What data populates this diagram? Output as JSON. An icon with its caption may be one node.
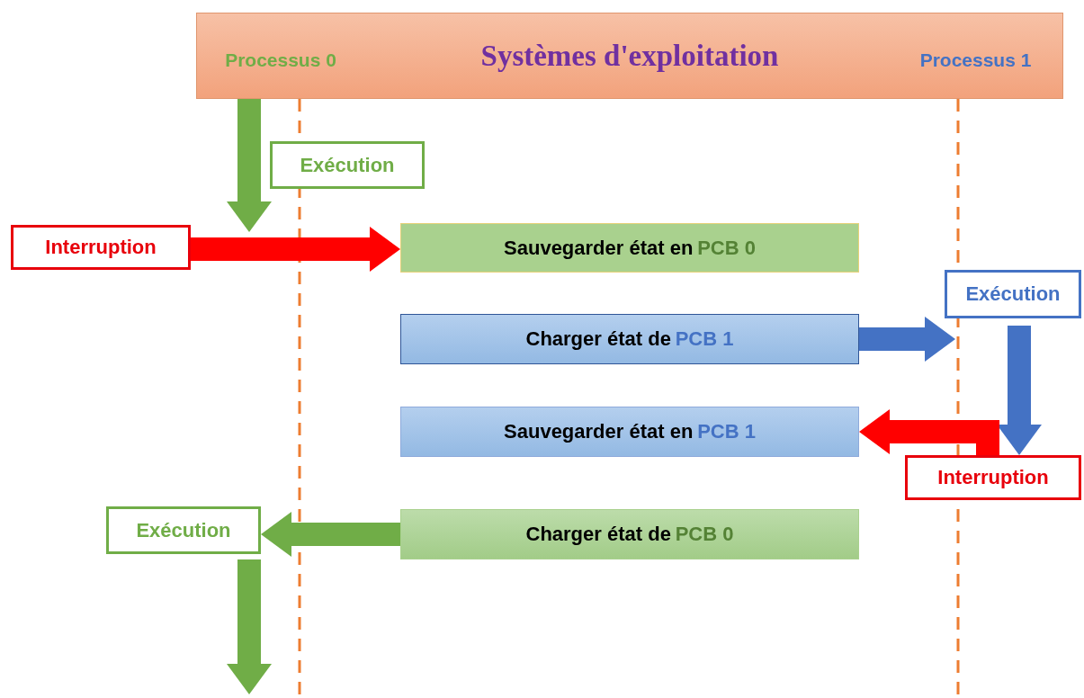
{
  "diagram": {
    "nodes": [
      {
        "text": [
          "Systèmes d'exploitation"
        ]
      },
      {
        "text": [
          "Processus 0"
        ],
        "in": 0
      },
      {
        "text": [
          "Processus 1"
        ],
        "in": 0
      },
      {
        "text": [
          "Exécution"
        ]
      },
      {
        "text": [
          "Interruption"
        ]
      },
      {
        "text": [
          "Sauvegarder état en",
          "PCB 0"
        ]
      },
      {
        "text": [
          "Charger état de",
          "PCB 1"
        ]
      },
      {
        "text": [
          "Exécution"
        ]
      },
      {
        "text": [
          "Sauvegarder état en",
          "PCB 1"
        ]
      },
      {
        "text": [
          "Interruption"
        ]
      },
      {
        "text": [
          "Exécution"
        ]
      },
      {
        "text": [
          "Charger état de",
          "PCB 0"
        ]
      }
    ],
    "edges": [
      {
        "from": 1,
        "to": 4,
        "arrow": "to",
        "color": "#70ad47"
      },
      {
        "from": 4,
        "to": 5,
        "arrow": "to",
        "color": "#ff0000"
      },
      {
        "from": 6,
        "to": 7,
        "arrow": "to",
        "color": "#4472c4"
      },
      {
        "from": 7,
        "to": 9,
        "arrow": "to",
        "color": "#4472c4"
      },
      {
        "from": 9,
        "to": 8,
        "arrow": "to",
        "color": "#ff0000"
      },
      {
        "from": 11,
        "to": 10,
        "arrow": "to",
        "color": "#70ad47"
      },
      {
        "from": 10,
        "to": null,
        "arrow": "to",
        "color": "#70ad47"
      }
    ]
  }
}
